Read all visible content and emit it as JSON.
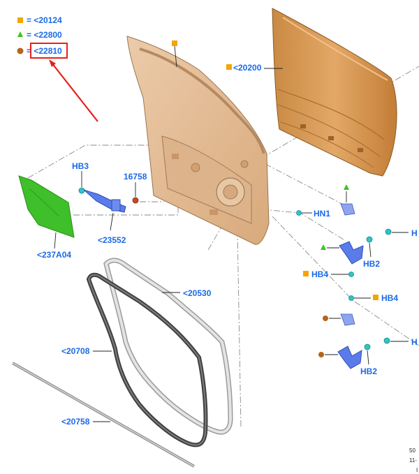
{
  "legend": [
    {
      "marker": "square",
      "color": "#f5a400",
      "text": "= <20124"
    },
    {
      "marker": "triangle",
      "color": "#3ec41f",
      "text": "= <22800"
    },
    {
      "marker": "circle",
      "color": "#b5651d",
      "text": "= <22810"
    }
  ],
  "highlight": {
    "box_color": "#e8201a",
    "arrow_color": "#e8201a"
  },
  "labels": {
    "door_shell": "<20200",
    "hb3": "HB3",
    "p16758": "16758",
    "p237a04": "<237A04",
    "p23552": "<23552",
    "hn1": "HN1",
    "h_top": "H",
    "hb2_top": "HB2",
    "hb4_top": "HB4",
    "hb4_low": "HB4",
    "h_low": "H",
    "hb2_low": "HB2",
    "p20530": "<20530",
    "p20708": "<20708",
    "p20758": "<20758"
  },
  "reference": [
    "50",
    "11-",
    "I"
  ],
  "colors": {
    "label_blue": "#1a6ae8",
    "fastener_cyan": "#2ec4c8",
    "bracket_blue": "#5a7ce8",
    "panel_orange": "#d89a55",
    "inner_tan": "#e2bf98",
    "seal_dark": "#555555",
    "seal_light": "#cfcfcf",
    "pad_green": "#3fbf2a"
  }
}
